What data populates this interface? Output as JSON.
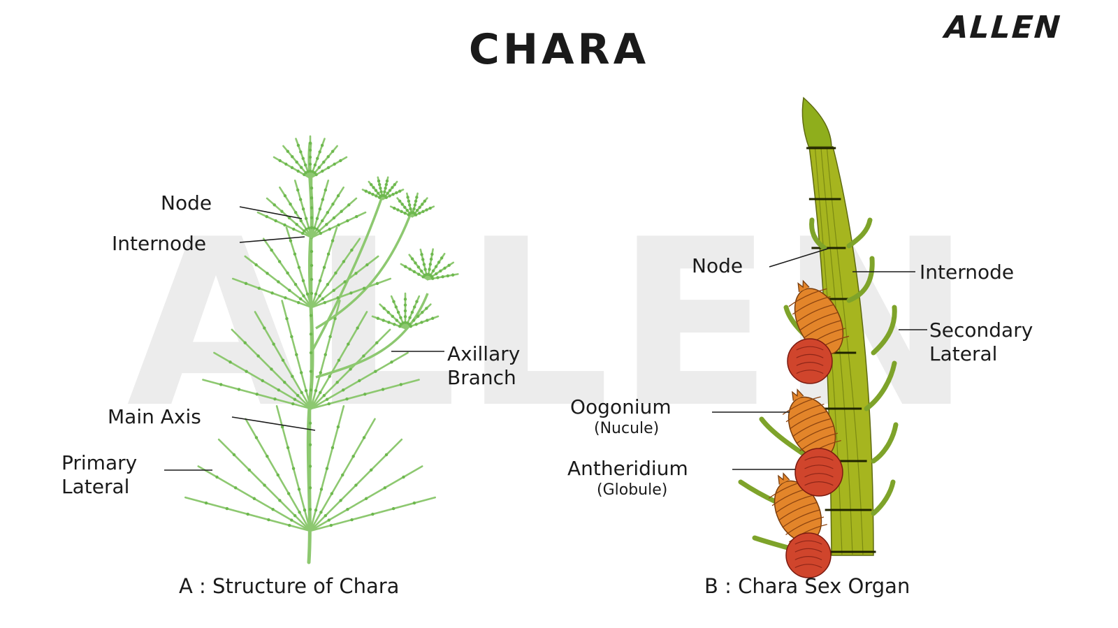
{
  "title": "CHARA",
  "logo_text": "ALLEN",
  "watermark_text": "ALLEN",
  "colors": {
    "plant_green": "#8dc870",
    "plant_spot": "#6db84e",
    "stem_green": "#a6b51f",
    "stem_dark": "#5e6a10",
    "oogonium_orange": "#e3852a",
    "antheridium_red": "#d0452c",
    "watermark_gray": "#ececec"
  },
  "panel_a": {
    "caption": "A : Structure of Chara",
    "labels": {
      "node": "Node",
      "internode": "Internode",
      "axillary_1": "Axillary",
      "axillary_2": "Branch",
      "main_axis": "Main Axis",
      "primary_1": "Primary",
      "primary_2": "Lateral"
    }
  },
  "panel_b": {
    "caption": "B : Chara Sex Organ",
    "labels": {
      "node": "Node",
      "internode": "Internode",
      "secondary_1": "Secondary",
      "secondary_2": "Lateral",
      "oogonium": "Oogonium",
      "oogonium_sub": "(Nucule)",
      "antheridium": "Antheridium",
      "antheridium_sub": "(Globule)"
    }
  }
}
